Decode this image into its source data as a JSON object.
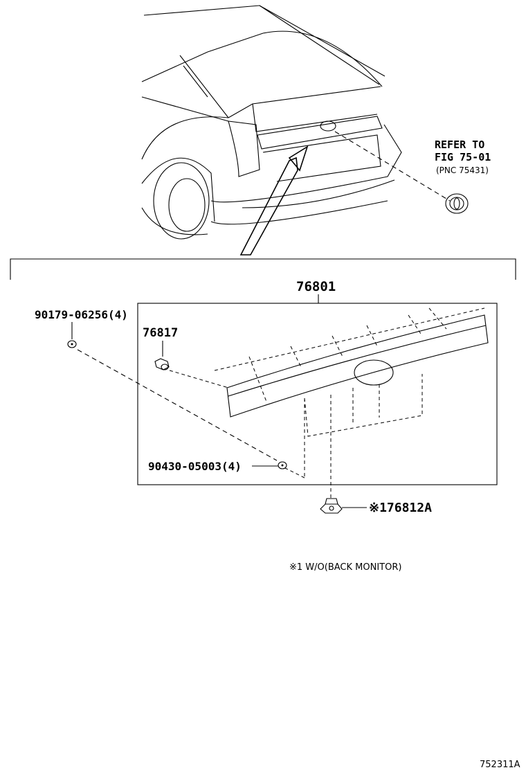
{
  "labels": {
    "refer_line1": "REFER TO",
    "refer_line2": "FIG 75-01",
    "refer_pnc": "(PNC 75431)",
    "part_76801": "76801",
    "part_90179": "90179-06256(4)",
    "part_76817": "76817",
    "part_90430": "90430-05003(4)",
    "part_76812a": "※176812A",
    "footnote": "※1 W/O(BACK MONITOR)",
    "figure_id": "752311A"
  }
}
